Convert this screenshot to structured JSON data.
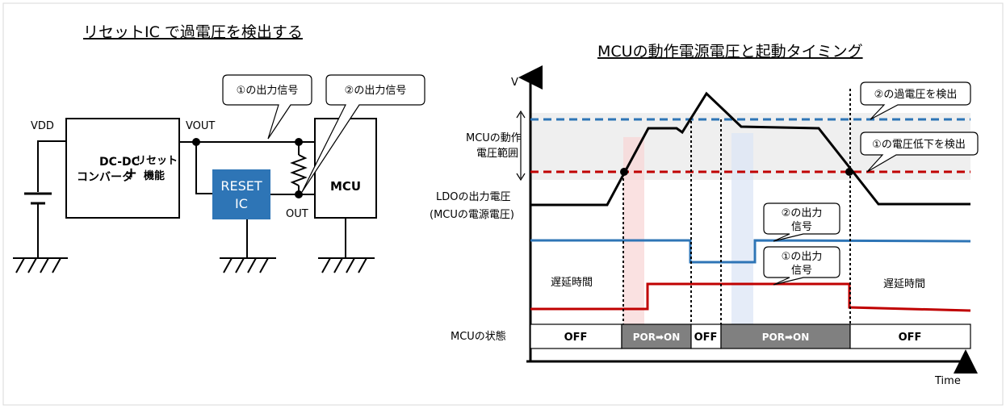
{
  "left": {
    "title": "リセットIC で過電圧を検出する",
    "vdd": "VDD",
    "vout": "VOUT",
    "out": "OUT",
    "dcdc_line1": "DC-DC",
    "dcdc_line2": "コンバータ",
    "plus": "+",
    "reset_func_line1": "リセット",
    "reset_func_line2": "機能",
    "reset_ic_line1": "RESET",
    "reset_ic_line2": "IC",
    "mcu": "MCU",
    "callout1": "①の出力信号",
    "callout2": "②の出力信号"
  },
  "right": {
    "title": "MCUの動作電源電圧と起動タイミング",
    "axis_v": "V",
    "axis_time": "Time",
    "range_line1": "MCUの動作",
    "range_line2": "電圧範囲",
    "ldo_line1": "LDOの出力電圧",
    "ldo_line2": "(MCUの電源電圧)",
    "delay_left": "遅延時間",
    "delay_right": "遅延時間",
    "mcu_state": "MCUの状態",
    "callout_overvoltage": "②の過電圧を検出",
    "callout_undervoltage": "①の電圧低下を検出",
    "callout_sig2_line1": "②の出力",
    "callout_sig2_line2": "信号",
    "callout_sig1_line1": "①の出力",
    "callout_sig1_line2": "信号",
    "states": [
      "OFF",
      "POR➡ON",
      "OFF",
      "POR➡ON",
      "OFF"
    ]
  },
  "colors": {
    "reset_ic": "#2e75b6",
    "blue_line": "#2e75b6",
    "red_line": "#c00000",
    "state_on": "#808080",
    "range_band": "#efefef"
  }
}
